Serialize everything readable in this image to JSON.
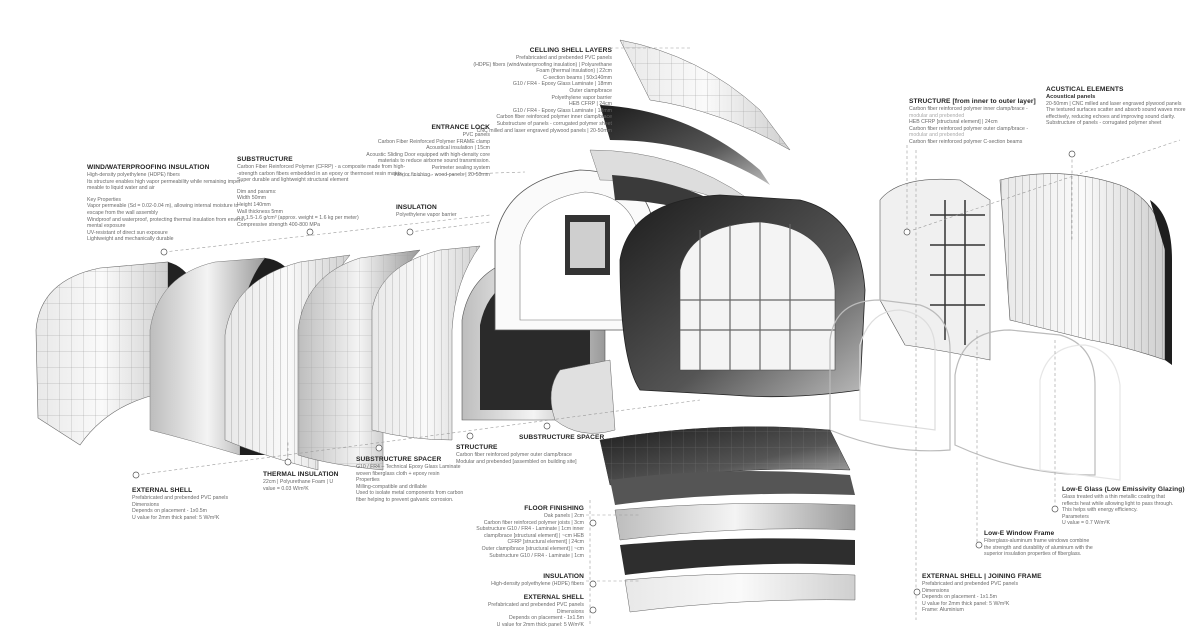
{
  "ceiling_shell_layers": {
    "title": "CELLING SHELL LAYERS",
    "lines": [
      "Prefabricated and prebended PVC panels",
      "(HDPE) fibers (wind/waterproofing insulation) | Polyurethane",
      "Foam (thermal insulation) | 22cm",
      "C-section beams | 50x140mm",
      "G10 / FR4 - Epoxy Glass Laminate | 18mm",
      "Outer clamp/brace",
      "Polyethylene vapor barrier",
      "HEB CFRP | 24cm",
      "G10 / FR4 - Epoxy Glass Laminate | 18mm",
      "Carbon fiber reinforced polymer inner clamp/brace",
      "Substructure of panels - corrugated polymer sheet",
      "CNC milled and laser engraved plywood panels | 20-50mm"
    ]
  },
  "entrance_lock": {
    "title": "ENTRANCE LOCK",
    "lines": [
      "PVC panels",
      "Carbon Fiber Reinforced Polymer FRAME clamp",
      "Acoustical insulation | 15cm",
      "Acoustic Sliding Door equipped with high-density core",
      "materials to reduce airborne sound transmission.",
      "Perimeter sealing system",
      "Interior finishing - wood panels | 20-50mm"
    ]
  },
  "insulation_top": {
    "title": "INSULATION",
    "lines": [
      "Polyethylene vapor barrier"
    ]
  },
  "wind_waterproofing": {
    "title": "WIND/WATERPROOFING INSULATION",
    "lines": [
      "High-density polyethylene (HDPE) fibers",
      "Its structure enables high vapor permeability while remaining imper-",
      "meable to liquid water and air"
    ],
    "lines2": [
      "Key Properties",
      "Vapor permeable (Sd = 0.02-0.04 m), allowing internal moisture to",
      "escape from the wall assembly",
      "Windproof and waterproof, protecting thermal insulation from environ-",
      "mental exposure",
      "UV-resistant of direct sun exposure",
      "Lightweight and mechanically durable"
    ]
  },
  "substructure": {
    "title": "SUBSTRUCTURE",
    "lines": [
      "Carbon Fiber Reinforced Polymer (CFRP) - a composite made from high-",
      "-strength carbon fibers embedded in an epoxy or thermoset resin matrix.",
      "Super durable and lightweight structural element"
    ],
    "lines2": [
      "Dim and params:",
      "Width 50mm",
      "Height 140mm",
      "Wall thickness 5mm",
      "ρ = 1.5-1.6 g/cm³ (approx. weight = 1.6 kg per meter)",
      "Compressive strength 400-800 MPa"
    ]
  },
  "structure_top": {
    "title": "STRUCTURE [from inner to outer layer]",
    "lines": [
      "Carbon fiber reinforced polymer inner clamp/brace -",
      "modular and prebended",
      "HEB CFRP [structural element] | 24cm",
      "Carbon fiber reinforced polymer outer clamp/brace -",
      "modular and prebended",
      "Carbon fiber reinforced polymer C-section beams"
    ]
  },
  "acoustical_elements": {
    "title": "ACUSTICAL ELEMENTS",
    "subtitle": "Acoustical panels",
    "lines": [
      "20-50mm | CNC milled and laser engraved plywood panels",
      "The textured surfaces scatter and absorb sound waves more",
      "effectively, reducing echoes and improving sound clarity.",
      "Substructure of panels - corrugated polymer sheet"
    ]
  },
  "external_shell_left": {
    "title": "EXTERNAL SHELL",
    "lines": [
      "Prefabricated and prebended PVC panels",
      "Dimensions",
      "Depends on placement - 1x0.5m",
      "U value for 2mm thick panel: 5 W/m²K"
    ]
  },
  "thermal_insulation": {
    "title": "THERMAL INSULATION",
    "lines": [
      "22cm | Polyurethane Foam | U",
      "value = 0.03 W/m²K"
    ]
  },
  "substructure_spacer_left": {
    "title": "SUBSTRUCTURE SPACER",
    "lines": [
      "G10 / FR4 – Technical Epoxy Glass Laminate",
      "woven fiberglass cloth + epoxy resin",
      "Properties",
      "Milling-compatible and drillable",
      "Used to isolate metal components from carbon",
      "fiber helping to prevent galvanic corrosion."
    ]
  },
  "structure_mid": {
    "title": "STRUCTURE",
    "lines": [
      "Carbon fiber reinforced polymer outer clamp/brace",
      "Modular and prebended [assembled on building site]"
    ]
  },
  "substructure_spacer_mid": {
    "title": "SUBSTRUCTURE SPACER"
  },
  "floor_finishing": {
    "title": "FLOOR FINISHING",
    "lines": [
      "Oak panels | 2cm",
      "Carbon fiber reinforced polymer joists | 3cm",
      "Substructure G10 / FR4 - Laminate | 1cm inner",
      "clamp/brace [structural element] | ~cm HEB",
      "CFRP [structural element] | 24cm",
      "Outer clamp/brace [structural element] | ~cm",
      "Substructure G10 / FR4 - Laminate | 1cm"
    ]
  },
  "insulation_floor": {
    "title": "INSULATION",
    "lines": [
      "High-density polyethylene (HDPE) fibers"
    ]
  },
  "external_shell_floor": {
    "title": "EXTERNAL SHELL",
    "lines": [
      "Prefabricated and prebended PVC panels",
      "Dimensions",
      "Depends on placement - 1x1.5m",
      "U value for 2mm thick panel: 5 W/m²K"
    ]
  },
  "low_e_glass": {
    "title": "Low-E Glass (Low Emissivity Glazing)",
    "lines": [
      "Glass treated with a thin metallic coating that",
      "reflects heat while allowing light to pass through.",
      "This helps with energy efficiency.",
      "Parameters",
      "U value = 0.7 W/m²K"
    ]
  },
  "low_e_window_frame": {
    "title": "Low-E Window Frame",
    "lines": [
      "Fiberglass-aluminum frame windows combine",
      "the strength and durability of aluminum with the",
      "superior insulation properties of fiberglass."
    ]
  },
  "external_shell_joining": {
    "title": "EXTERNAL SHELL | JOINING FRAME",
    "lines": [
      "Prefabricated and prebended PVC panels",
      "Dimensions",
      "Depends on placement - 1x1.5m",
      "U value for 2mm thick panel: 5 W/m²K",
      "Frame: Aluminium"
    ]
  },
  "colors": {
    "ink": "#222222",
    "text": "#6a6a6a",
    "leader": "#9a9a9a",
    "shell_light": "#f2f2f2",
    "shell_dark": "#2a2a2a"
  }
}
